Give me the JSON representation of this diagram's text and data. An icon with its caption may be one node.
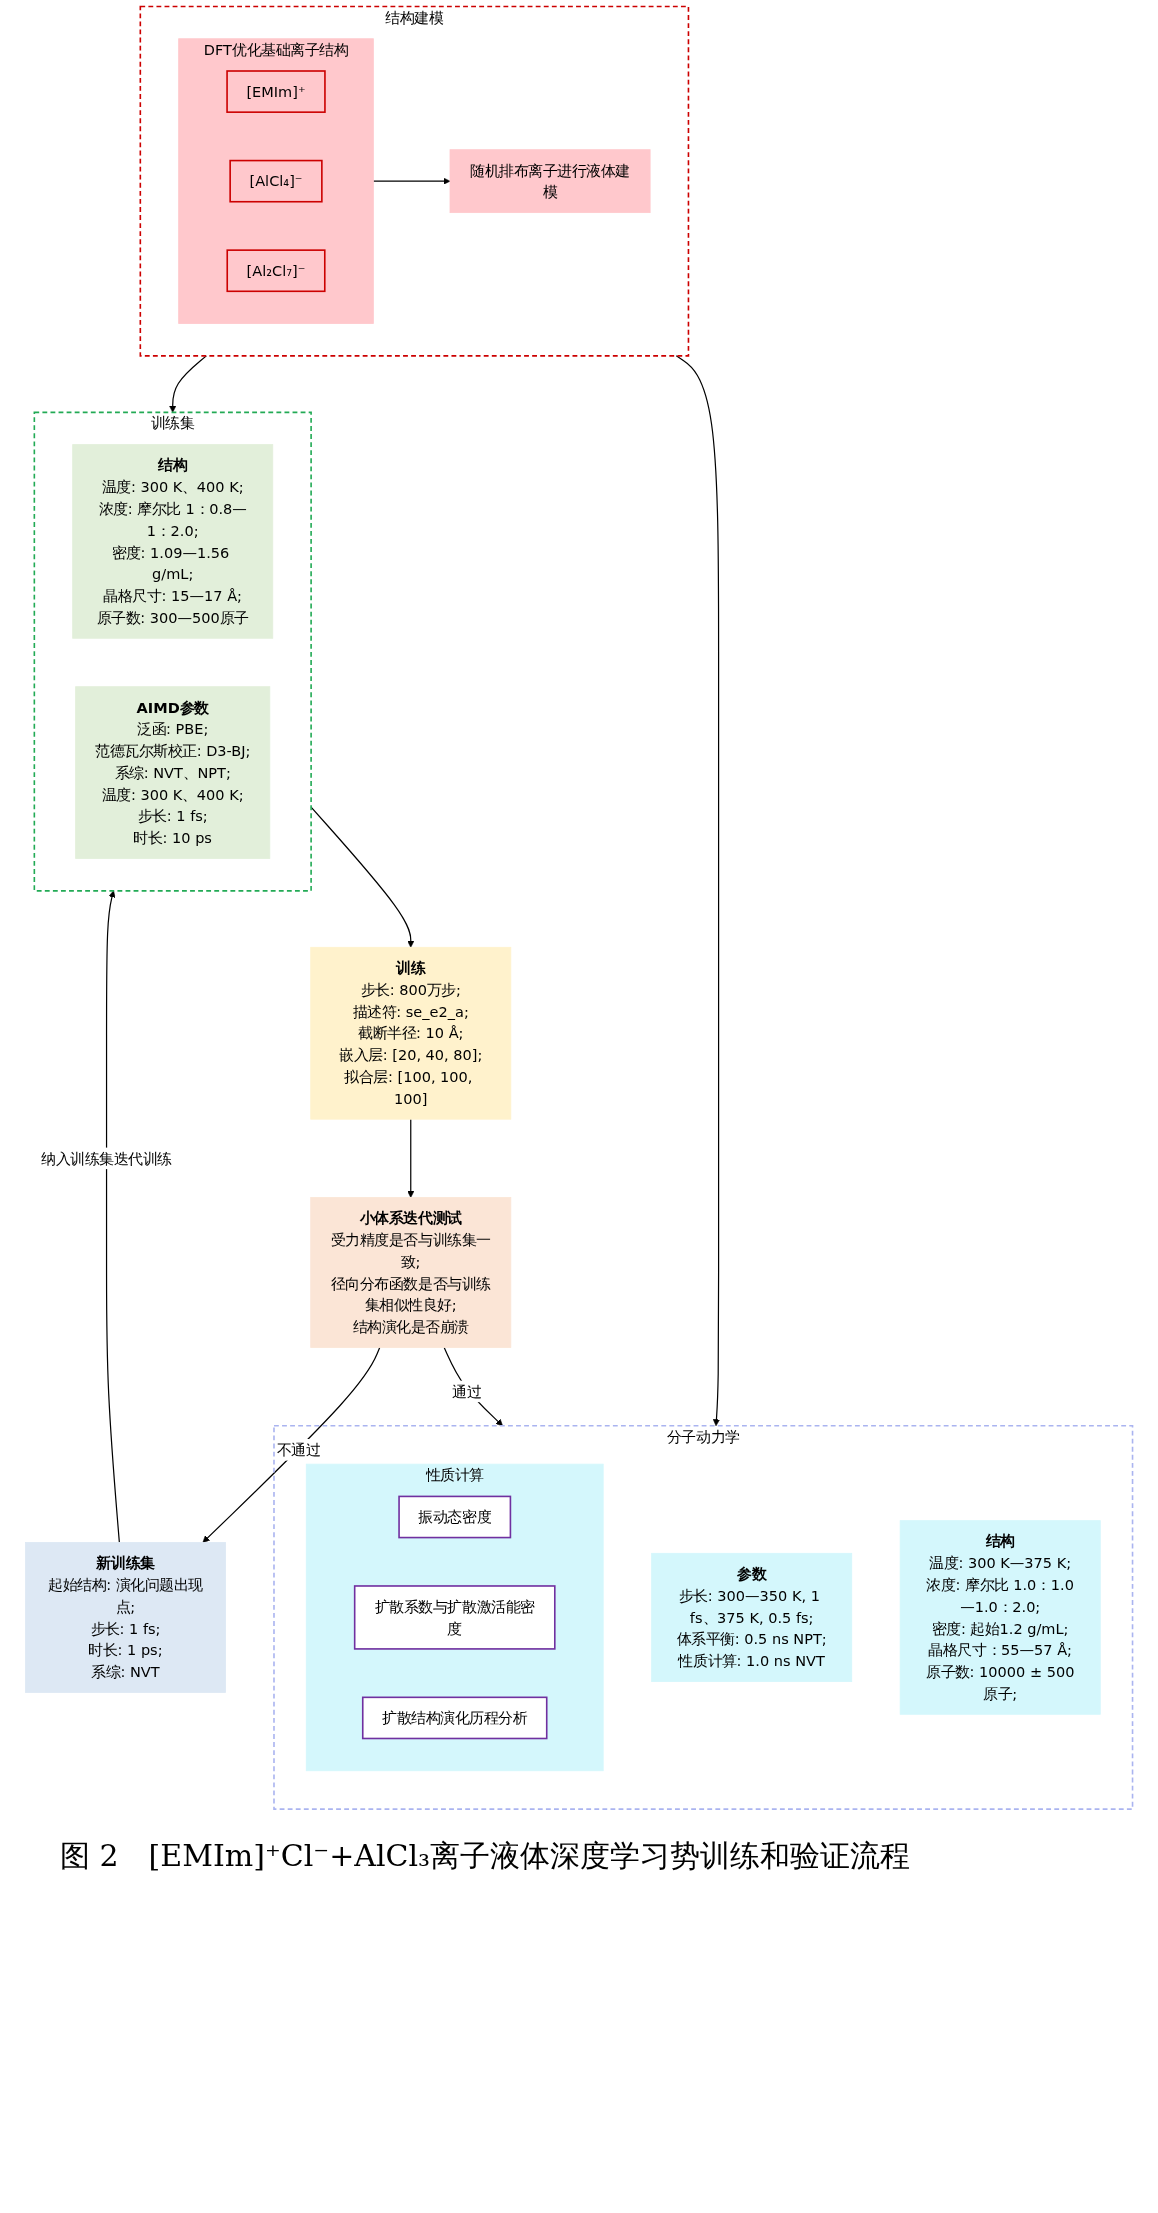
{
  "diagram": {
    "caption": "图 2　[EMIm]⁺Cl⁻+AlCl₃离子液体深度学习势训练和验证流程",
    "nodes": [
      {
        "text": [
          "结构建模"
        ]
      },
      {
        "text": [
          "DFT优化基础离子结构"
        ],
        "in": 0
      },
      {
        "text": [
          "[EMIm]⁺"
        ],
        "in": 1
      },
      {
        "text": [
          "[AlCl₄]⁻"
        ],
        "in": 1
      },
      {
        "text": [
          "[Al₂Cl₇]⁻"
        ],
        "in": 1
      },
      {
        "text": [
          "随机排布离子进行液体建模"
        ],
        "in": 0
      },
      {
        "text": [
          "训练集"
        ]
      },
      {
        "text": [
          "结构",
          "温度: 300 K、400 K;",
          "浓度: 摩尔比 1：0.8—1：2.0;",
          "密度: 1.09—1.56 g/mL;",
          "晶格尺寸: 15—17 Å;",
          "原子数: 300—500原子"
        ],
        "in": 6
      },
      {
        "text": [
          "AIMD参数",
          "泛函: PBE;",
          "范德瓦尔斯校正: D3-BJ;",
          "系综: NVT、NPT;",
          "温度: 300 K、400 K;",
          "步长: 1 fs;",
          "时长: 10 ps"
        ],
        "in": 6
      },
      {
        "text": [
          "训练",
          "步长: 800万步;",
          "描述符: se_e2_a;",
          "截断半径: 10 Å;",
          "嵌入层: [20, 40, 80];",
          "拟合层: [100, 100, 100]"
        ]
      },
      {
        "text": [
          "小体系迭代测试",
          "受力精度是否与训练集一致;",
          "径向分布函数是否与训练集相似性良好;",
          "结构演化是否崩溃"
        ]
      },
      {
        "text": [
          "新训练集",
          "起始结构: 演化问题出现点;",
          "步长: 1 fs;",
          "时长: 1 ps;",
          "系综: NVT"
        ]
      },
      {
        "text": [
          "分子动力学"
        ]
      },
      {
        "text": [
          "参数",
          "步长: 300—350 K, 1 fs、375 K, 0.5 fs;",
          "体系平衡: 0.5 ns NPT;",
          "性质计算: 1.0 ns NVT"
        ],
        "in": 12
      },
      {
        "text": [
          "结构",
          "温度: 300 K—375 K;",
          "浓度: 摩尔比 1.0：1.0—1.0：2.0;",
          "密度: 起始1.2 g/mL;",
          "晶格尺寸：55—57 Å;",
          "原子数: 10000 ± 500原子;"
        ],
        "in": 12
      },
      {
        "text": [
          "性质计算"
        ],
        "in": 12
      },
      {
        "text": [
          "振动态密度"
        ],
        "in": 15
      },
      {
        "text": [
          "扩散系数与扩散激活能密度"
        ],
        "in": 15
      },
      {
        "text": [
          "扩散结构演化历程分析"
        ],
        "in": 15
      }
    ],
    "edges": [
      {
        "from": 0,
        "to": 6,
        "arrow": "to"
      },
      {
        "from": 0,
        "to": 12,
        "arrow": "to"
      },
      {
        "from": 1,
        "to": 5,
        "arrow": "to"
      },
      {
        "from": 6,
        "to": 9,
        "arrow": "to"
      },
      {
        "from": 9,
        "to": 10,
        "arrow": "to"
      },
      {
        "from": 10,
        "to": 11,
        "arrow": "to",
        "label": "不通过"
      },
      {
        "from": 10,
        "to": 12,
        "arrow": "to",
        "label": "通过"
      },
      {
        "from": 11,
        "to": 6,
        "arrow": "to",
        "label": "纳入训练集迭代训练"
      }
    ]
  }
}
